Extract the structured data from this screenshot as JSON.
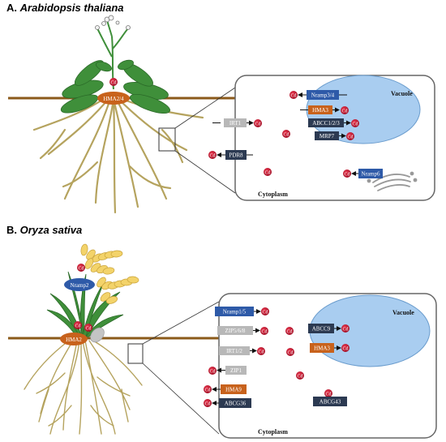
{
  "panelA": {
    "letter": "A.",
    "species": "Arabidopsis thaliana",
    "shoot_transporter": "HMA2/4",
    "transporters": {
      "irt1": "IRT1",
      "pdr8": "PDR8",
      "nramp34": "Nramp3/4",
      "hma3": "HMA3",
      "abcc123": "ABCC1/2/3",
      "mrp7": "MRP7",
      "nramp6": "Nramp6"
    },
    "vacuole_label": "Vacuole",
    "cytoplasm_label": "Cytoplasm"
  },
  "panelB": {
    "letter": "B.",
    "species": "Oryza sativa",
    "grain_transporter": "Nramp2",
    "shoot_transporter": "HMA2",
    "transporters": {
      "nramp15": "Nramp1/5",
      "zip568": "ZIP5/6/8",
      "irt12": "IRT1/2",
      "zip1": "ZIP1",
      "hma9": "HMA9",
      "abcg36": "ABCG36",
      "abcc9": "ABCC9",
      "hma3": "HMA3",
      "abcg43": "ABCG43"
    },
    "vacuole_label": "Vacuole",
    "cytoplasm_label": "Cytoplasm"
  },
  "cd_label": "Cd",
  "colors": {
    "cd_red": "#c8102e",
    "orange": "#c8621c",
    "navy": "#2c3a52",
    "blue": "#2e5aa8",
    "gray": "#b8b8b8",
    "vacuole": "#a9cdf0",
    "leaf": "#3f8f3a",
    "root": "#b5a35e",
    "soil": "#8b5a1a",
    "grain": "#f3d36a"
  }
}
